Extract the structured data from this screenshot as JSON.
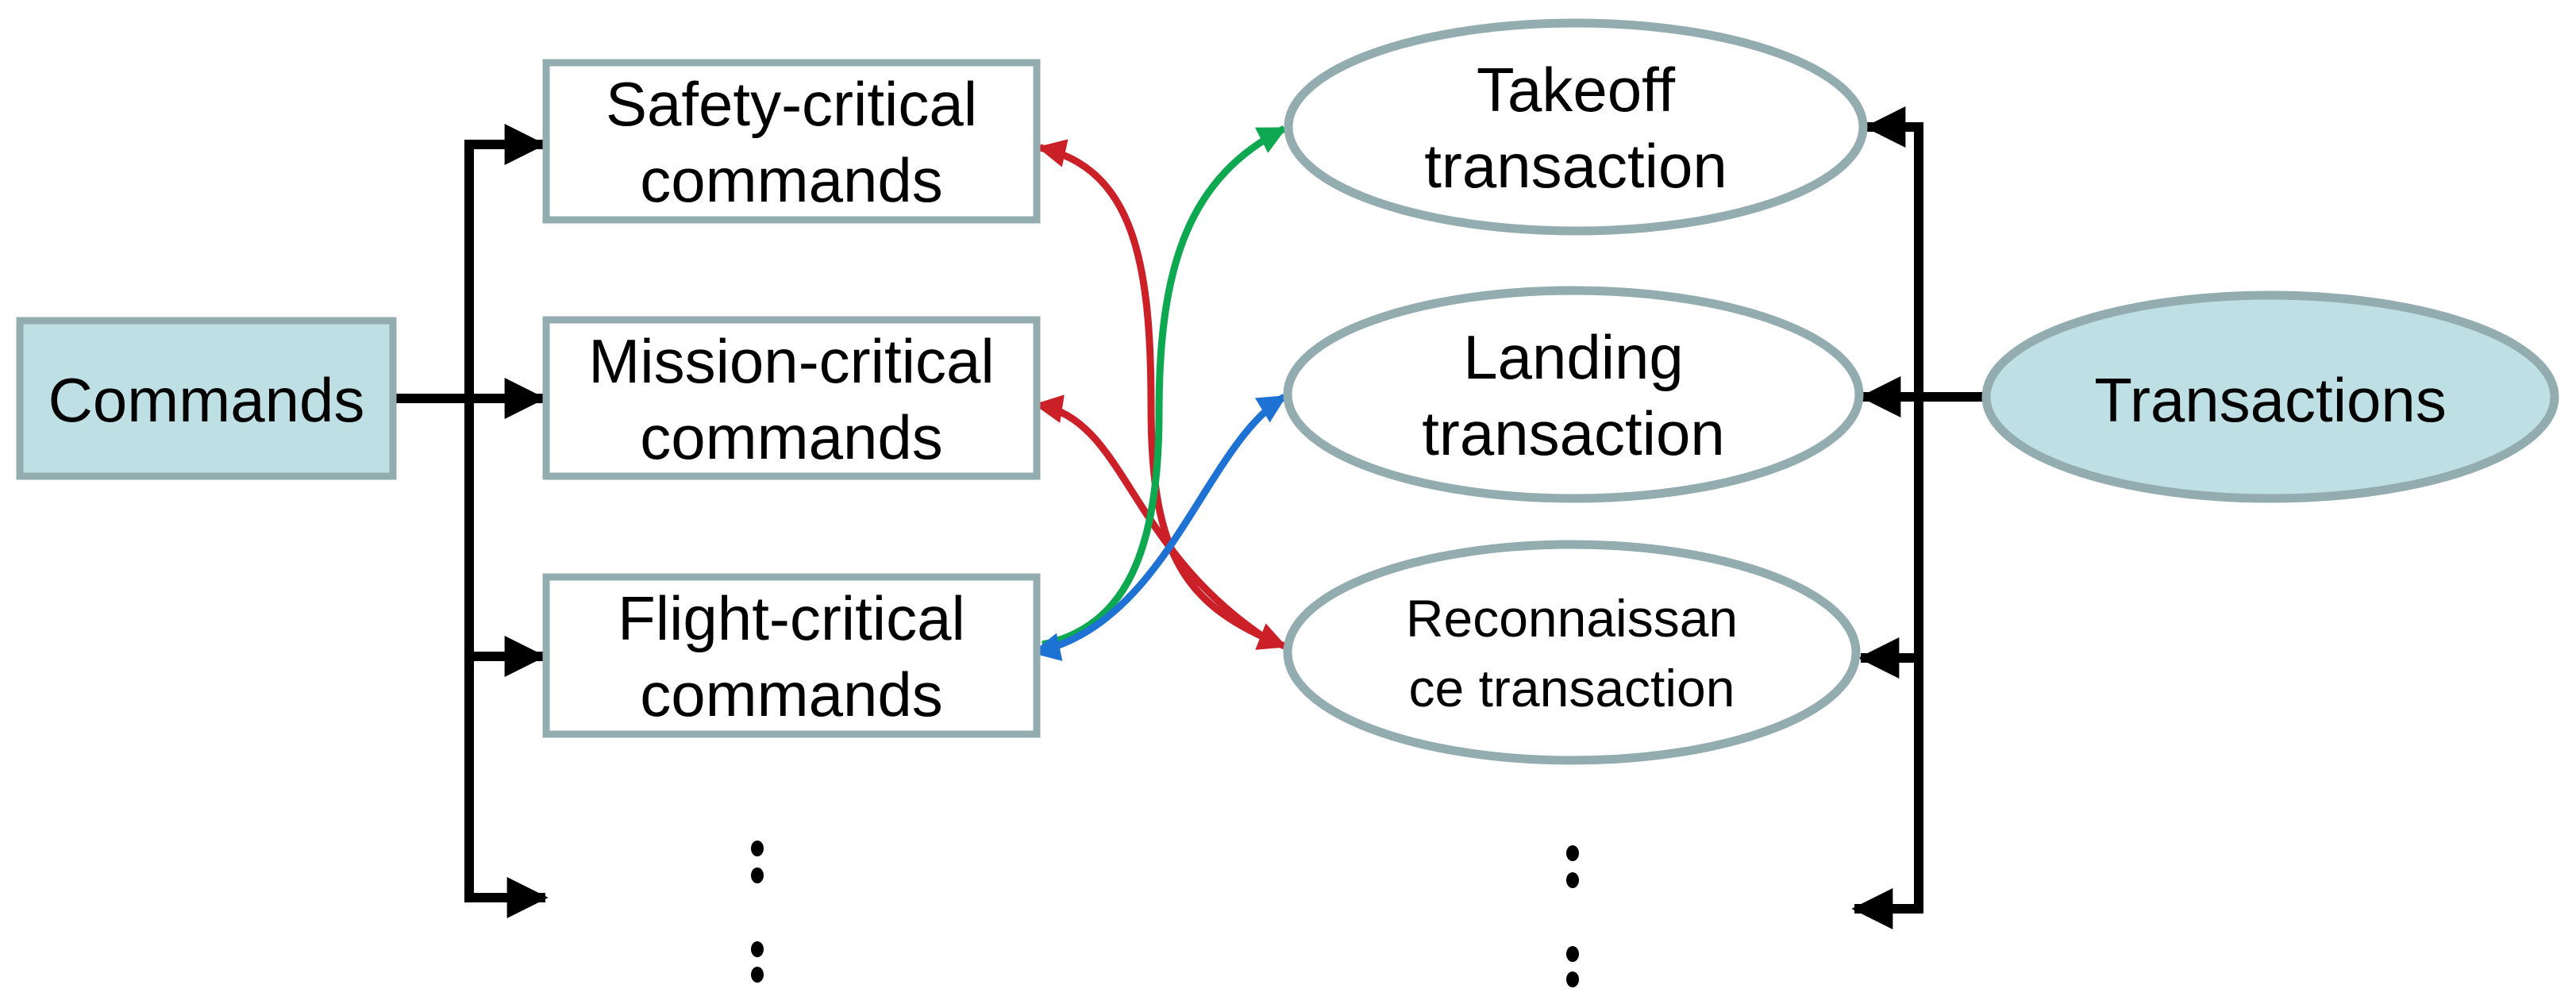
{
  "diagram": {
    "left_root": {
      "label": "Commands"
    },
    "right_root": {
      "label": "Transactions"
    },
    "command_nodes": [
      {
        "line1": "Safety-critical",
        "line2": "commands"
      },
      {
        "line1": "Mission-critical",
        "line2": "commands"
      },
      {
        "line1": "Flight-critical",
        "line2": "commands"
      }
    ],
    "transaction_nodes": [
      {
        "line1": "Takeoff",
        "line2": "transaction"
      },
      {
        "line1": "Landing",
        "line2": "transaction"
      },
      {
        "line1": "Reconnaissan",
        "line2": "ce transaction"
      }
    ],
    "continuation_ellipsis_symbol": "⋮",
    "edges": {
      "black": [
        "Commands → Safety-critical commands",
        "Commands → Mission-critical commands",
        "Commands → Flight-critical commands",
        "Commands → (more, ellipsis)",
        "Transactions → Takeoff transaction",
        "Transactions → Landing transaction",
        "Transactions → Reconnaissance transaction",
        "Transactions → (more, ellipsis)"
      ],
      "colored": [
        {
          "color": "red",
          "between": [
            "Safety-critical commands",
            "Reconnaissance transaction"
          ]
        },
        {
          "color": "red",
          "between": [
            "Mission-critical commands",
            "Reconnaissance transaction"
          ]
        },
        {
          "color": "green",
          "between": [
            "Flight-critical commands",
            "Takeoff transaction"
          ]
        },
        {
          "color": "blue",
          "between": [
            "Flight-critical commands",
            "Landing transaction"
          ]
        }
      ]
    }
  },
  "colors": {
    "node_fill_accent": "#bedfe3",
    "node_fill_plain": "#ffffff",
    "node_border": "#92acb0",
    "connector_black": "#000000",
    "red": "#cb2027",
    "green": "#0da84f",
    "blue": "#1d72d3"
  }
}
